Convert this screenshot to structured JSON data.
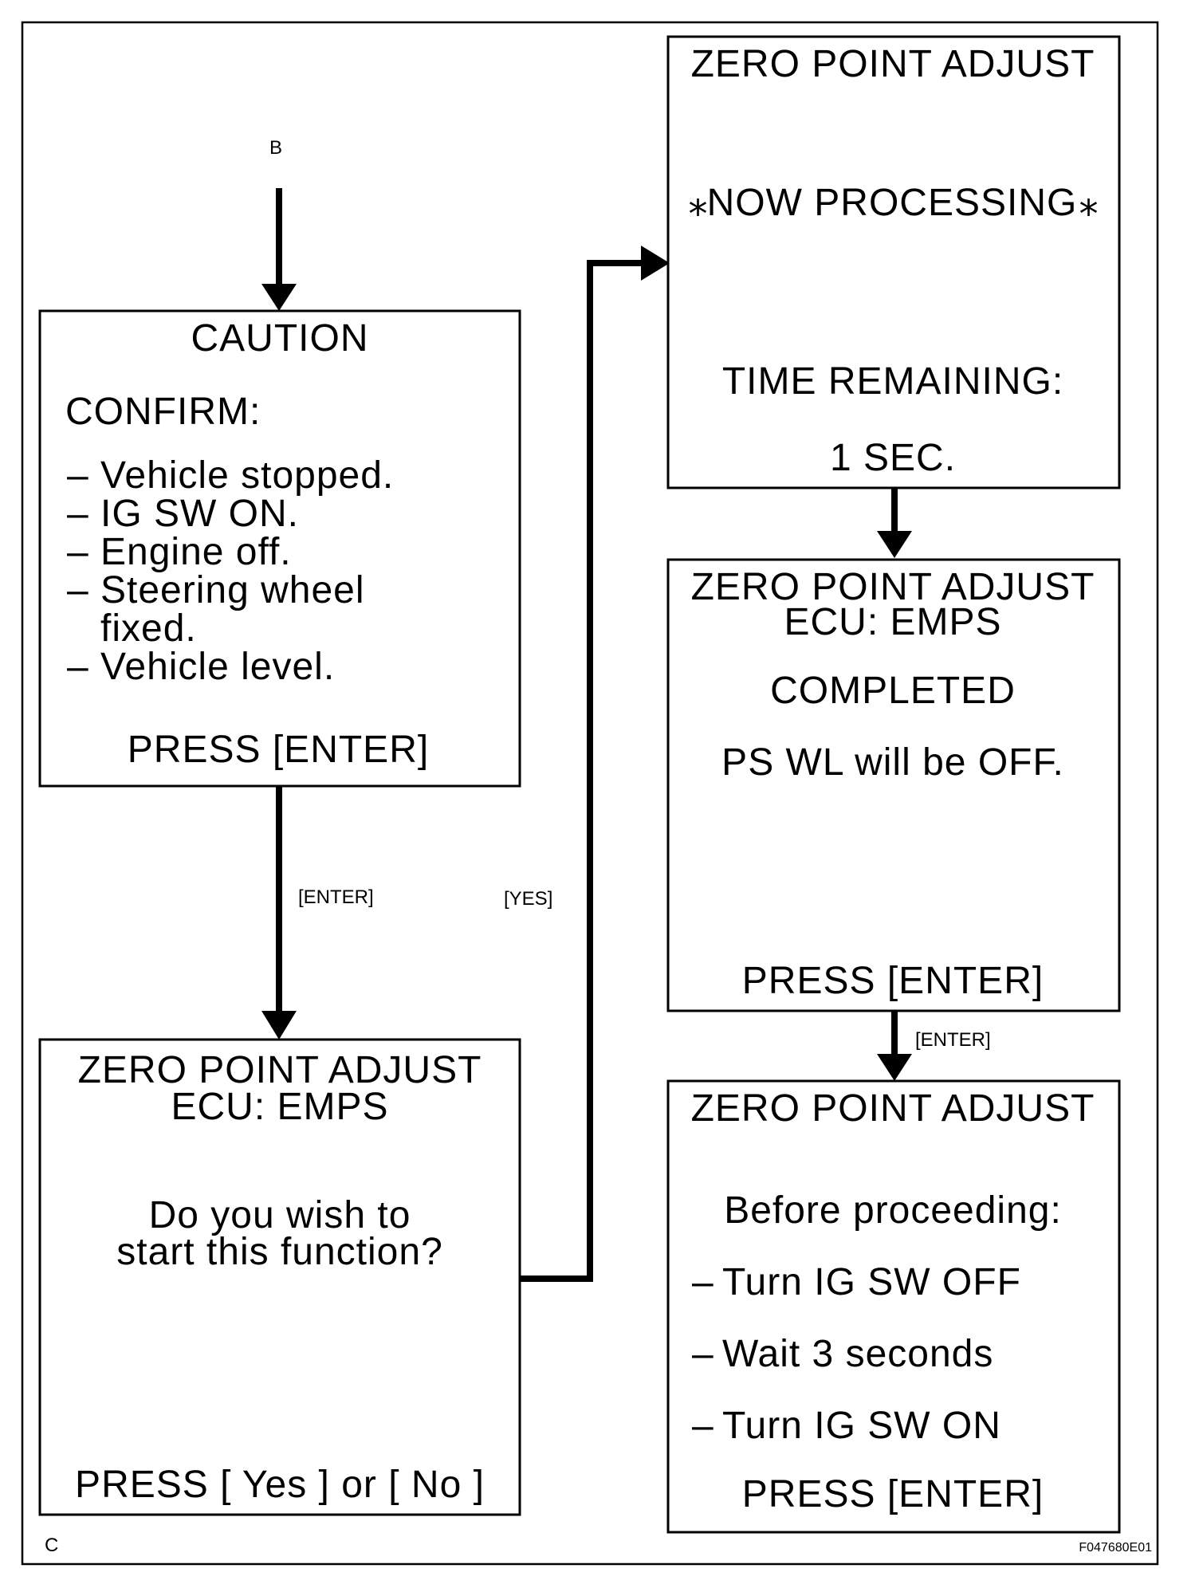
{
  "connectors": {
    "top_ref": "B",
    "bottom_ref": "C",
    "figure_id": "F047680E01"
  },
  "edge_labels": {
    "caution_to_zero_enter": "[ENTER]",
    "zero_to_processing_yes": "[YES]",
    "completed_to_final_enter": "[ENTER]"
  },
  "caution_screen": {
    "title": "CAUTION",
    "confirm": "CONFIRM:",
    "item1": "Vehicle  stopped.",
    "item2": "IG  SW  ON.",
    "item3": "Engine  off.",
    "item4_line1": "Steering  wheel",
    "item4_line2": "fixed.",
    "item5": "Vehicle  level.",
    "press": "PRESS  [ENTER]"
  },
  "start_screen": {
    "title": "ZERO  POINT  ADJUST",
    "ecu": "ECU:  EMPS",
    "question_line1": "Do    you    wish    to",
    "question_line2": "start    this    function?",
    "press": "PRESS    [ Yes ]  or  [ No ]"
  },
  "processing_screen": {
    "title": "ZERO  POINT  ADJUST",
    "status": "NOW  PROCESSING",
    "star": "⁎",
    "time_label": "TIME  REMAINING:",
    "time_value": "1   SEC."
  },
  "completed_screen": {
    "title": "ZERO  POINT  ADJUST",
    "ecu": "ECU:  EMPS",
    "status": "COMPLETED",
    "note": "PS  WL  will  be  OFF.",
    "press": "PRESS    [ENTER]"
  },
  "final_screen": {
    "title": "ZERO  POINT  ADJUST",
    "before": "Before  proceeding:",
    "step1": "Turn  IG  SW  OFF",
    "step2": "Wait  3  seconds",
    "step3": "Turn  IG  SW  ON",
    "press": "PRESS  [ENTER]"
  },
  "dash": "–"
}
